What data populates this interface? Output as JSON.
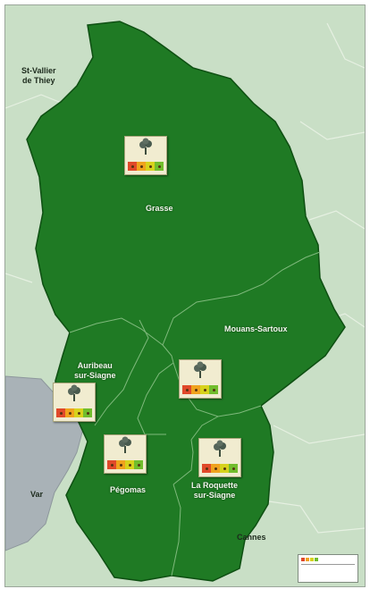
{
  "map": {
    "colors": {
      "background": "#c9dfc6",
      "sea": "#a9b2b7",
      "territory": "#1f7a24",
      "territory_edge": "#0e4f12",
      "commune_border": "#7fb97c",
      "gauge_red": "#e0492a",
      "gauge_orange": "#f0a21d",
      "gauge_yellow": "#d7d21c",
      "gauge_green": "#71bd2d"
    },
    "labels": {
      "st_vallier": "St-Vallier\nde Thiey",
      "grasse": "Grasse",
      "mouans_sartoux": "Mouans-Sartoux",
      "auribeau": "Auribeau\nsur-Siagne",
      "var": "Var",
      "pegomas": "Pégomas",
      "la_roquette": "La Roquette\nsur-Siagne",
      "cannes": "Cannes"
    },
    "markers": [
      {
        "id": "grasse",
        "icon": "tree-icon"
      },
      {
        "id": "mouans-sartoux",
        "icon": "tree-icon"
      },
      {
        "id": "auribeau",
        "icon": "tree-icon"
      },
      {
        "id": "pegomas",
        "icon": "tree-icon"
      },
      {
        "id": "la-roquette",
        "icon": "tree-icon"
      }
    ]
  }
}
